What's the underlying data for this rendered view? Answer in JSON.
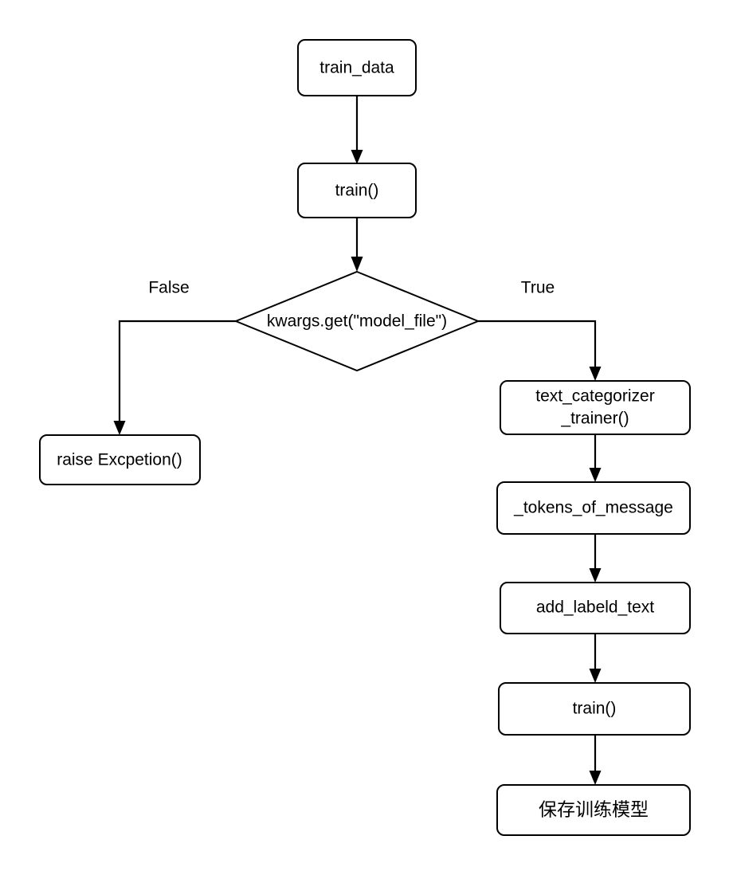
{
  "diagram": {
    "type": "flowchart",
    "title": "",
    "orientation": "top-down",
    "background_color": "#ffffff",
    "line_color": "#000000",
    "node_fill_color": "#ffffff",
    "text_color": "#000000",
    "nodes": {
      "train_data": {
        "label": "train_data",
        "shape": "rounded-rectangle"
      },
      "train_entry": {
        "label": "train()",
        "shape": "rounded-rectangle"
      },
      "decision": {
        "label": "kwargs.get(\"model_file\")",
        "shape": "diamond"
      },
      "raise_exception": {
        "label": "raise Excpetion()",
        "shape": "rounded-rectangle"
      },
      "text_categorizer_trainer": {
        "label": "text_categorizer\n_trainer()",
        "line1": "text_categorizer",
        "line2": "_trainer()",
        "shape": "rounded-rectangle"
      },
      "tokens_of_message": {
        "label": "_tokens_of_message",
        "shape": "rounded-rectangle"
      },
      "add_labeld_text": {
        "label": "add_labeld_text",
        "shape": "rounded-rectangle"
      },
      "train_call": {
        "label": "train()",
        "shape": "rounded-rectangle"
      },
      "save_model": {
        "label": "保存训练模型",
        "shape": "rounded-rectangle"
      }
    },
    "edge_labels": {
      "branch_false": "False",
      "branch_true": "True"
    },
    "edges": [
      {
        "from": "train_data",
        "to": "train_entry",
        "label": ""
      },
      {
        "from": "train_entry",
        "to": "decision",
        "label": ""
      },
      {
        "from": "decision",
        "to": "raise_exception",
        "label": "False"
      },
      {
        "from": "decision",
        "to": "text_categorizer_trainer",
        "label": "True"
      },
      {
        "from": "text_categorizer_trainer",
        "to": "tokens_of_message",
        "label": ""
      },
      {
        "from": "tokens_of_message",
        "to": "add_labeld_text",
        "label": ""
      },
      {
        "from": "add_labeld_text",
        "to": "train_call",
        "label": ""
      },
      {
        "from": "train_call",
        "to": "save_model",
        "label": ""
      }
    ]
  }
}
